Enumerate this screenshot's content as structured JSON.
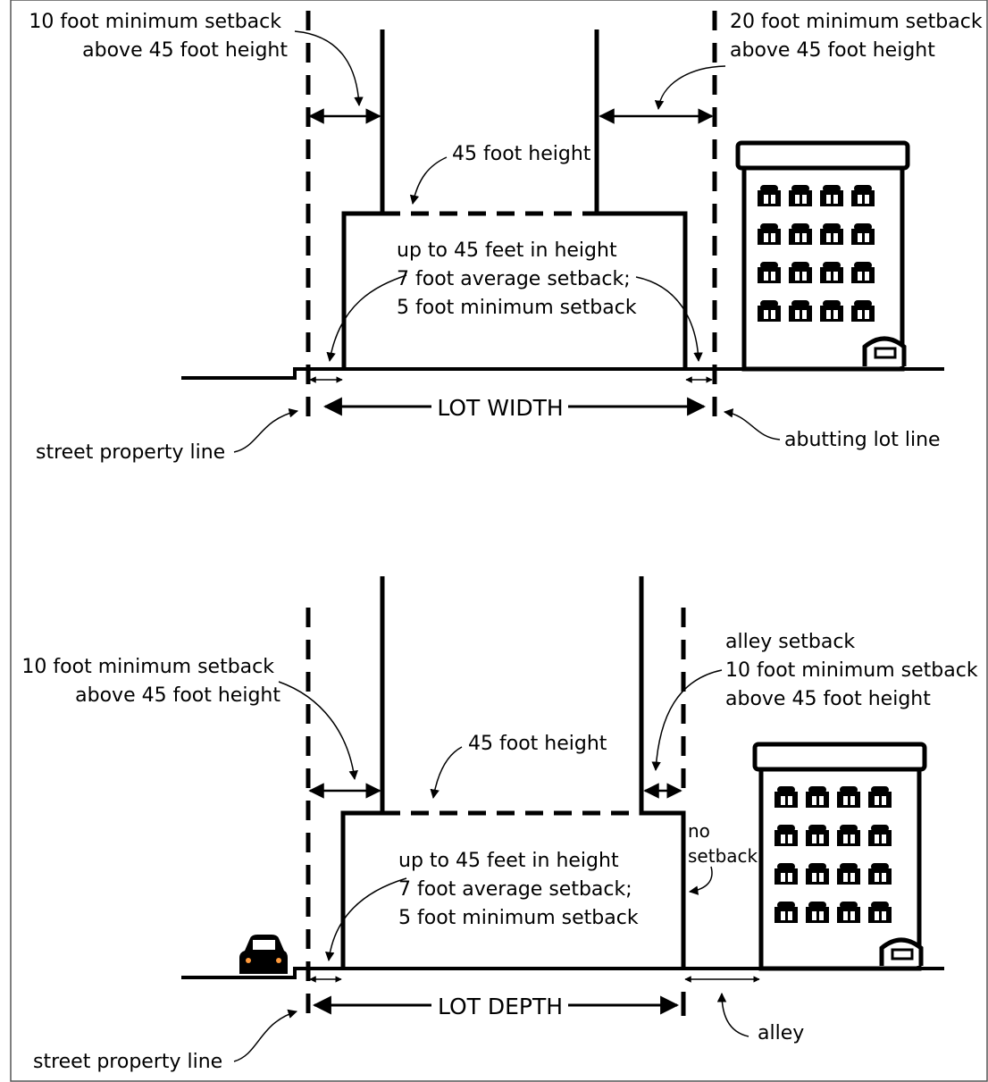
{
  "top": {
    "left_upper_setback": [
      "10 foot minimum setback",
      "above 45 foot height"
    ],
    "right_upper_setback": [
      "20 foot minimum setback",
      "above 45 foot height"
    ],
    "height_label": "45 foot height",
    "base_text": [
      "up to 45 feet in height",
      "7 foot average setback;",
      "5 foot minimum setback"
    ],
    "dimension_label": "LOT WIDTH",
    "street_line_label": "street property line",
    "abutting_line_label": "abutting lot line"
  },
  "bottom": {
    "left_upper_setback": [
      "10 foot minimum setback",
      "above 45 foot height"
    ],
    "right_upper_setback": [
      "alley setback",
      "10 foot minimum setback",
      "above 45 foot height"
    ],
    "height_label": "45 foot height",
    "base_text": [
      "up to 45 feet in height",
      "7 foot average setback;",
      "5 foot minimum setback"
    ],
    "no_setback_label": [
      "no",
      "setback"
    ],
    "dimension_label": "LOT DEPTH",
    "street_line_label": "street property line",
    "alley_label": "alley"
  },
  "colors": {
    "ink": "#000000",
    "background": "#ffffff",
    "frame": "#555555"
  },
  "icons": [
    "building-icon",
    "car-icon"
  ]
}
